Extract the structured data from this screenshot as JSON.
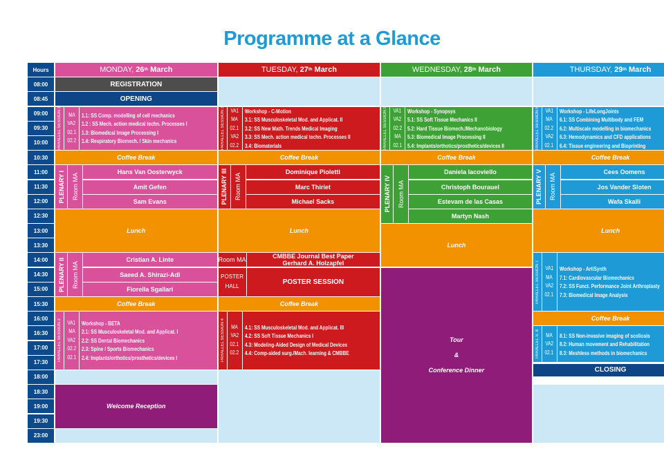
{
  "title": "Programme at a Glance",
  "hours_label": "Hours",
  "hours": [
    "08:00",
    "08:45",
    "09:00",
    "09:30",
    "10:00",
    "10:30",
    "11:00",
    "11:30",
    "12:00",
    "12:30",
    "13:00",
    "13:30",
    "14:00",
    "14:30",
    "15:00",
    "15:30",
    "16:00",
    "16:30",
    "17:00",
    "17:30",
    "18:00",
    "18:30",
    "19:00",
    "19:30",
    "23:00"
  ],
  "days": [
    {
      "weekday": "MONDAY,",
      "day": "26",
      "sup": "th",
      "month": "March"
    },
    {
      "weekday": "TUESDAY,",
      "day": "27",
      "sup": "th",
      "month": "March"
    },
    {
      "weekday": "WEDNESDAY,",
      "day": "28",
      "sup": "th",
      "month": "March"
    },
    {
      "weekday": "THURSDAY,",
      "day": "29",
      "sup": "th",
      "month": "March"
    }
  ],
  "coffee": "Coffee Break",
  "lunch": "Lunch",
  "monday": {
    "registration": "REGISTRATION",
    "opening": "OPENING",
    "ps1": {
      "label": "PARALLEL SESSION 1",
      "rows": [
        {
          "room": "MA",
          "title": "1.1: SS Comp. modelling of cell mechanics"
        },
        {
          "room": "VA2",
          "title": "1.2 : SS Mech. action medical techn. Processes I"
        },
        {
          "room": "02.1",
          "title": "1.3: Biomedical Image Processing I"
        },
        {
          "room": "02.2",
          "title": "1.4: Respiratory Biomech. / Skin mechanics"
        }
      ]
    },
    "plenary1": {
      "label": "PLENARY I",
      "room": "Room MA",
      "speakers": [
        "Hans Van Oosterwyck",
        "Amit Gefen",
        "Sam Evans"
      ]
    },
    "plenary2": {
      "label": "PLENARY II",
      "room": "Room MA",
      "speakers": [
        "Cristian A. Linte",
        "Saeed A. Shirazi-Adl",
        "Fiorella Sgallari"
      ]
    },
    "ps2": {
      "label": "PARALLEL SESSION 2",
      "rows": [
        {
          "room": "VA1",
          "title": "Workshop - BETA"
        },
        {
          "room": "MA",
          "title": "2.1: SS Musculoskeletal Mod. and Applicat. I"
        },
        {
          "room": "VA2",
          "title": "2.2: SS Dental Biomechanics"
        },
        {
          "room": "02.2",
          "title": "2.3: Spine / Sports Biomechanics"
        },
        {
          "room": "02.1",
          "title": "2.4: Implants/orthotics/prosthetics/devices I"
        }
      ]
    },
    "welcome": "Welcome Reception"
  },
  "tuesday": {
    "ps3": {
      "label": "PARALLEL SESSION 3",
      "rows": [
        {
          "room": "VA1",
          "title": "Workshop - C-Motion"
        },
        {
          "room": "MA",
          "title": "3.1: SS Musculoskeletal Mod. and Applicat. II"
        },
        {
          "room": "02.1",
          "title": "3.2: SS New Math. Trends Medical Imaging"
        },
        {
          "room": "VA2",
          "title": "3.3:  SS Mech. action medical techn. Processes II"
        },
        {
          "room": "02.2",
          "title": "3.4: Biomaterials"
        }
      ]
    },
    "plenary3": {
      "label": "PLENARY III",
      "room": "Room MA",
      "speakers": [
        "Dominique Pioletti",
        "Marc Thiriet",
        "Michael Sacks"
      ]
    },
    "room_ma": "Room MA",
    "best_paper": "CMBBE Journal Best Paper",
    "best_paper_speaker": "Gerhard A. Holzapfel",
    "poster_hall": "POSTER HALL",
    "poster_session": "POSTER SESSION",
    "ps4": {
      "label": "PARALLEL SESSION 4",
      "rows": [
        {
          "room": "MA",
          "title": "4.1: SS Musculoskeletal Mod. and Applicat. III"
        },
        {
          "room": "VA2",
          "title": "4.2: SS Soft Tissue Mechanics I"
        },
        {
          "room": "02.1",
          "title": "4.3: Modeling-Aided Design of Medical Devices"
        },
        {
          "room": "02.2",
          "title": "4.4: Comp-aided surg./Mach. learning & CMBBE"
        }
      ]
    }
  },
  "wednesday": {
    "ps5": {
      "label": "PARALLEL SESSION 5",
      "rows": [
        {
          "room": "VA1",
          "title": "Workshop - Synopsys"
        },
        {
          "room": "VA2",
          "title": "5.1: SS Soft Tissue Mechanics II"
        },
        {
          "room": "02.2",
          "title": "5.2: Hard Tissue Biomech./Mechanobiology"
        },
        {
          "room": "MA",
          "title": "5.3: Biomedical Image Processing II"
        },
        {
          "room": "02.1",
          "title": "5.4: Implants/orthotics/prosthetics/devices II"
        }
      ]
    },
    "plenary4": {
      "label": "PLENARY IV",
      "room": "Room MA",
      "speakers": [
        "Daniela Iacoviello",
        "Christoph Bourauel",
        "Estevam de las Casas",
        "Martyn Nash"
      ]
    },
    "tour": "Tour",
    "amp": "&",
    "dinner": "Conference Dinner"
  },
  "thursday": {
    "ps6": {
      "label": "PARALLEL SESSION 6",
      "rows": [
        {
          "room": "VA1",
          "title": "Workshop - LifeLongJoints"
        },
        {
          "room": "MA",
          "title": "6.1: SS Combining Multibody and FEM"
        },
        {
          "room": "02.2",
          "title": "6.2: Multiscale modelling in biomechanics"
        },
        {
          "room": "VA2",
          "title": "6.3: Hemodynamics and CFD applications"
        },
        {
          "room": "02.1",
          "title": "6.4: Tissue engineering and Bioprinting"
        }
      ]
    },
    "plenary5": {
      "label": "PLENARY V",
      "room": "Room MA",
      "speakers": [
        "Cees Oomens",
        "Jos Vander Sloten",
        "Wafa Skalli"
      ]
    },
    "ps7": {
      "label": "PARALLEL SESSION 7",
      "rows": [
        {
          "room": "VA1",
          "title": "Workshop - ArtiSynth"
        },
        {
          "room": "MA",
          "title": "7.1: Cardiovascular Biomechanics"
        },
        {
          "room": "VA2",
          "title": "7.2: SS Funct. Performance Joint Arthroplasty"
        },
        {
          "room": "02.1",
          "title": "7.3: Biomedical Image Analysis"
        }
      ]
    },
    "ps8": {
      "label": "PARALLEL S. 8",
      "rows": [
        {
          "room": "MA",
          "title": "8.1: SS Non-invasive imaging of scoliosis"
        },
        {
          "room": "VA2",
          "title": "8.2: Human movement and Rehabilitation"
        },
        {
          "room": "02.1",
          "title": "8.3: Meshless methods in biomechanics"
        }
      ]
    },
    "closing": "CLOSING"
  }
}
